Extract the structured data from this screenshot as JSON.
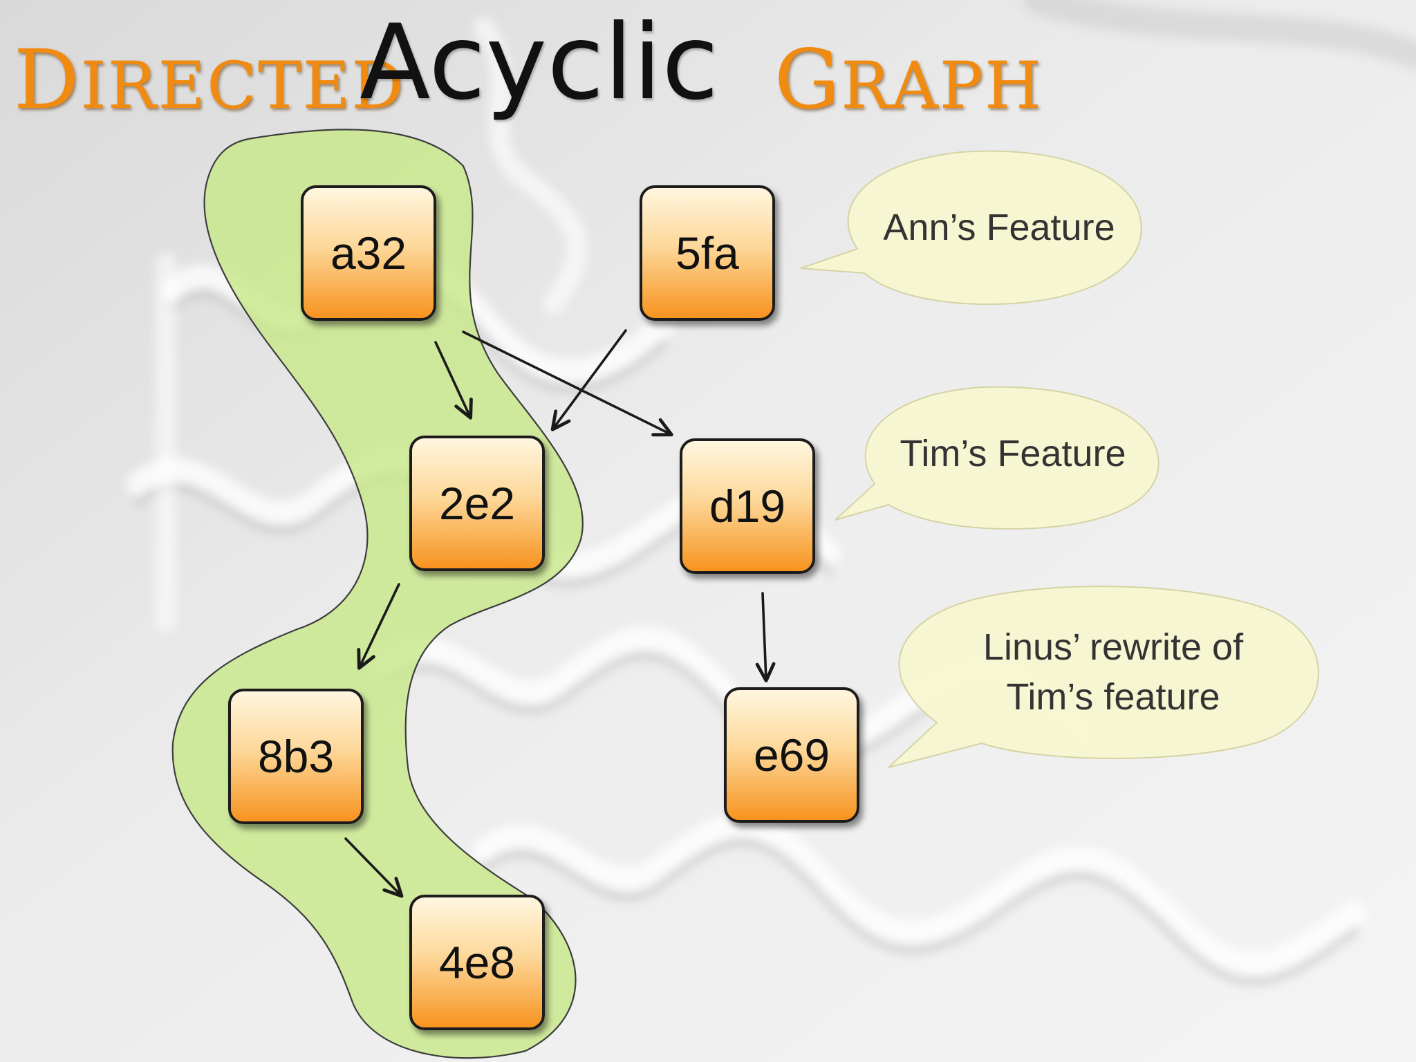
{
  "title": {
    "word1_initial": "D",
    "word1_rest": "IRECTED",
    "word2": "Acyclic",
    "word3_initial": "G",
    "word3_rest": "RAPH"
  },
  "nodes": [
    {
      "id": "a32",
      "label": "a32"
    },
    {
      "id": "5fa",
      "label": "5fa"
    },
    {
      "id": "2e2",
      "label": "2e2"
    },
    {
      "id": "d19",
      "label": "d19"
    },
    {
      "id": "8b3",
      "label": "8b3"
    },
    {
      "id": "e69",
      "label": "e69"
    },
    {
      "id": "4e8",
      "label": "4e8"
    }
  ],
  "edges": [
    {
      "from": "a32",
      "to": "2e2"
    },
    {
      "from": "a32",
      "to": "d19"
    },
    {
      "from": "5fa",
      "to": "2e2"
    },
    {
      "from": "2e2",
      "to": "8b3"
    },
    {
      "from": "d19",
      "to": "e69"
    },
    {
      "from": "8b3",
      "to": "4e8"
    }
  ],
  "highlighted_path": [
    "a32",
    "2e2",
    "8b3",
    "4e8"
  ],
  "callouts": [
    {
      "lines": [
        "Ann’s Feature"
      ],
      "points_to": "5fa"
    },
    {
      "lines": [
        "Tim’s Feature"
      ],
      "points_to": "d19"
    },
    {
      "lines": [
        "Linus’ rewrite of",
        "Tim’s feature"
      ],
      "points_to": "e69"
    }
  ],
  "colors": {
    "title_accent": "#f08a10",
    "node_fill_top": "#fff6df",
    "node_fill_bottom": "#f7931f",
    "highlight": "#c8e888",
    "callout_fill": "#f7f6cf"
  }
}
